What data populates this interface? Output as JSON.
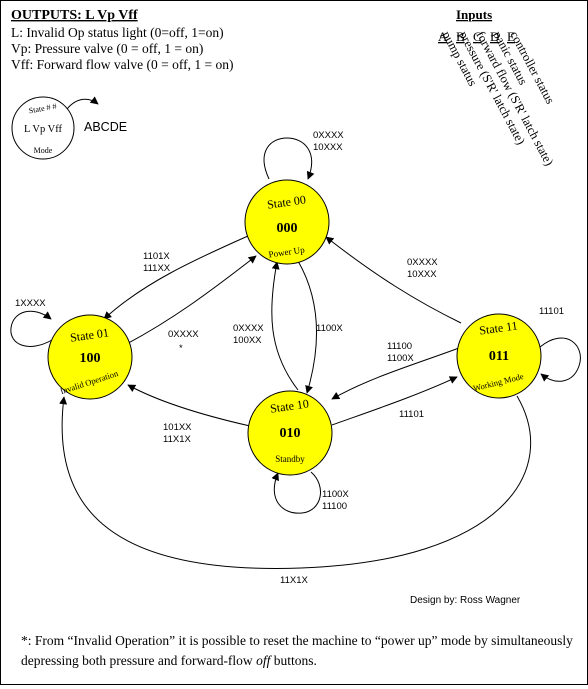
{
  "outputs": {
    "title": "OUTPUTS: L Vp Vff",
    "lines": [
      "L: Invalid Op status light (0=off, 1=on)",
      "Vp: Pressure valve (0 = off, 1 = on)",
      "Vff: Forward flow valve (0 = off, 1 = on)"
    ]
  },
  "inputs": {
    "title": "Inputs",
    "letters": [
      "A",
      "B",
      "C",
      "D",
      "E"
    ],
    "labels": [
      "controller status",
      "panic status",
      "forward flow (S'R' latch state)",
      "pressure (S'R' latch state)",
      "pump status"
    ]
  },
  "legend": {
    "state_label": "State # #",
    "outputs_label": "L Vp Vff",
    "mode_label": "Mode",
    "arrow_label": "ABCDE"
  },
  "states": [
    {
      "id": "s00",
      "title": "State 00",
      "code": "000",
      "mode": "Power Up"
    },
    {
      "id": "s01",
      "title": "State 01",
      "code": "100",
      "mode": "Invalid Operation"
    },
    {
      "id": "s10",
      "title": "State 10",
      "code": "010",
      "mode": "Standby"
    },
    {
      "id": "s11",
      "title": "State 11",
      "code": "011",
      "mode": "Working Mode"
    }
  ],
  "transitions": {
    "s00_self": [
      "0XXXX",
      "10XXX"
    ],
    "s00_s01": [
      "1101X",
      "111XX"
    ],
    "s01_self": "1XXXX",
    "s01_s00": "0XXXX",
    "s01_s00_note": "*",
    "s10_s00": [
      "0XXXX",
      "100XX"
    ],
    "s00_s10": "1100X",
    "s11_s00": [
      "0XXXX",
      "10XXX"
    ],
    "s11_self": "11101",
    "s11_s10": [
      "11100",
      "1100X"
    ],
    "s10_s11": "11101",
    "s10_s01": [
      "101XX",
      "11X1X"
    ],
    "s10_self": [
      "1100X",
      "11100"
    ],
    "s11_s01": "11X1X"
  },
  "credit": "Design by:  Ross Wagner",
  "footnote": {
    "text_before": "*: From “Invalid Operation” it is possible to reset the machine to “power up” mode by simultaneously depressing both pressure and forward-flow ",
    "emphasis": "off",
    "text_after": " buttons."
  },
  "colors": {
    "state_fill": "#ffff00",
    "line": "#000000",
    "background": "#ffffff"
  }
}
